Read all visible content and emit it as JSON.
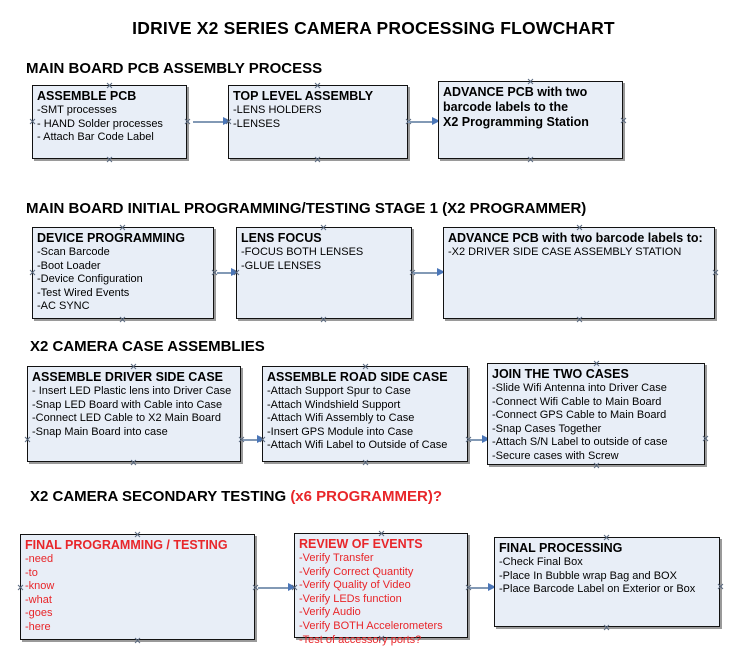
{
  "document": {
    "title": "IDRIVE X2  SERIES CAMERA PROCESSING FLOWCHART"
  },
  "colors": {
    "box_fill": "#e8eef7",
    "box_border": "#111111",
    "arrow": "#8299b5",
    "arrow_head": "#4a76b8",
    "red_accent": "#e8262a",
    "text": "#000000"
  },
  "sections": [
    {
      "id": "main-board-pcb-assembly-process",
      "heading": "MAIN BOARD PCB ASSEMBLY PROCESS",
      "heading_accent": "",
      "nodes": [
        {
          "id": "assemble-pcb",
          "title": "ASSEMBLE PCB",
          "lines": [
            "-SMT processes",
            "- HAND Solder processes",
            "- Attach Bar Code Label"
          ]
        },
        {
          "id": "top-level-assembly",
          "title": "TOP LEVEL ASSEMBLY",
          "lines": [
            "-LENS HOLDERS",
            "-LENSES"
          ]
        },
        {
          "id": "advance-pcb-programming-station",
          "title": "ADVANCE PCB with two",
          "lines": [
            "barcode labels to the",
            " X2 Programming Station"
          ]
        }
      ]
    },
    {
      "id": "main-board-initial-programming",
      "heading": "MAIN BOARD INITIAL PROGRAMMING/TESTING STAGE 1 (X2 PROGRAMMER)",
      "heading_accent": "",
      "nodes": [
        {
          "id": "device-programming",
          "title": "DEVICE PROGRAMMING",
          "lines": [
            "-Scan Barcode",
            "-Boot Loader",
            "-Device Configuration",
            "-Test Wired Events",
            "-AC SYNC"
          ]
        },
        {
          "id": "lens-focus",
          "title": "LENS FOCUS",
          "lines": [
            "-FOCUS BOTH LENSES",
            "-GLUE LENSES"
          ]
        },
        {
          "id": "advance-pcb-driver-side-case",
          "title": "ADVANCE PCB with two barcode labels to:",
          "lines": [
            "-X2 DRIVER  SIDE  CASE  ASSEMBLY STATION"
          ]
        }
      ]
    },
    {
      "id": "x2-camera-case-assemblies",
      "heading": "X2 CAMERA CASE ASSEMBLIES",
      "heading_accent": "",
      "nodes": [
        {
          "id": "assemble-driver-side-case",
          "title": "ASSEMBLE DRIVER SIDE CASE",
          "lines": [
            "- Insert LED Plastic lens into Driver Case",
            "-Snap LED Board with Cable into Case",
            "-Connect LED Cable to X2 Main Board",
            "-Snap Main Board into case"
          ]
        },
        {
          "id": "assemble-road-side-case",
          "title": "ASSEMBLE ROAD SIDE CASE",
          "lines": [
            "-Attach Support Spur to Case",
            "-Attach Windshield Support",
            "-Attach Wifi Assembly to Case",
            "-Insert GPS Module into Case",
            "-Attach Wifi Label to Outside of Case"
          ]
        },
        {
          "id": "join-the-two-cases",
          "title": "JOIN THE TWO CASES",
          "lines": [
            "-Slide Wifi Antenna into Driver Case",
            "-Connect Wifi Cable to Main Board",
            "-Connect GPS Cable to Main Board",
            "-Snap Cases Together",
            "-Attach S/N Label to outside of case",
            "-Secure cases with Screw"
          ]
        }
      ]
    },
    {
      "id": "x2-camera-secondary-testing",
      "heading": "X2 CAMERA SECONDARY TESTING  ",
      "heading_accent": "(x6 PROGRAMMER)?",
      "nodes": [
        {
          "id": "final-programming-testing",
          "title": "FINAL PROGRAMMING / TESTING",
          "lines": [
            "-need",
            "-to",
            "-know",
            "-what",
            "-goes",
            "-here"
          ]
        },
        {
          "id": "review-of-events",
          "title": "REVIEW OF EVENTS",
          "lines": [
            "-Verify Transfer",
            "-Verify Correct Quantity",
            "-Verify Quality of Video",
            "-Verify LEDs function",
            "-Verify Audio",
            "-Verify BOTH Accelerometers",
            "-Test of accessory ports?"
          ]
        },
        {
          "id": "final-processing",
          "title": "FINAL PROCESSING",
          "lines": [
            " -Check Final Box",
            "-Place In Bubble wrap Bag and BOX",
            "-Place Barcode Label on Exterior or Box"
          ]
        }
      ]
    }
  ]
}
